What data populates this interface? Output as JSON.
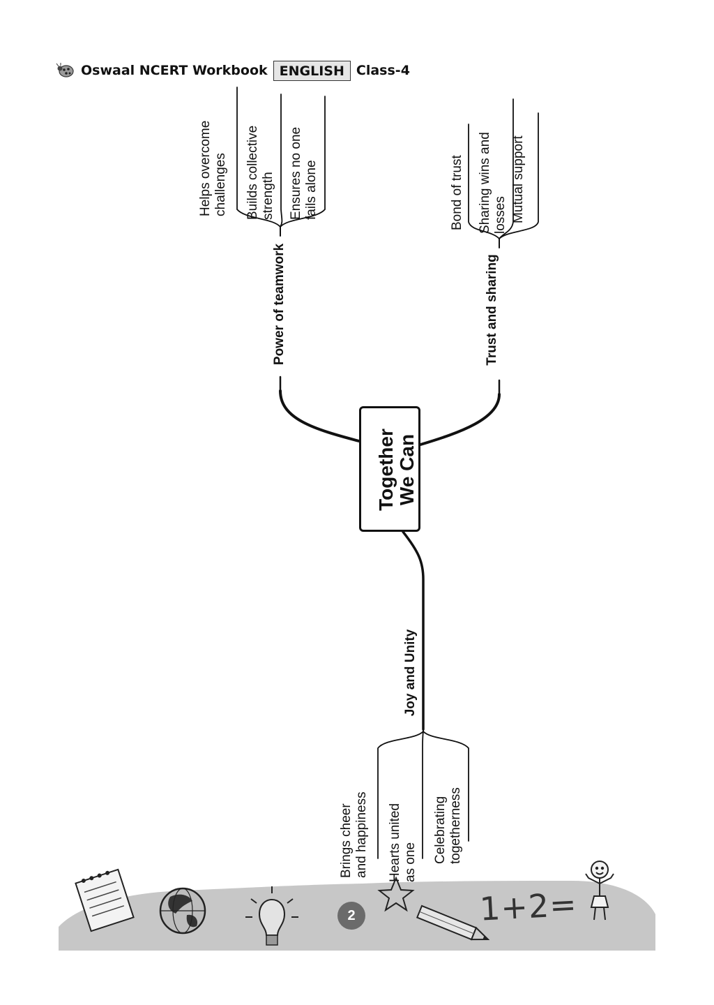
{
  "header": {
    "logo_icon": "ladybug-icon",
    "publisher": "Oswaal NCERT Workbook",
    "subject": "ENGLISH",
    "class_label": "Class-4"
  },
  "mind_map": {
    "center": "Together\nWe Can",
    "branches": [
      {
        "topic": "Power of teamwork",
        "points": [
          "Helps overcome\nchallenges",
          "Builds collective\nstrength",
          "Ensures no one\nfails alone"
        ]
      },
      {
        "topic": "Trust and sharing",
        "points": [
          "Bond of trust",
          "Sharing wins and\nlosses",
          "Mutual support"
        ]
      },
      {
        "topic": "Joy and Unity",
        "points": [
          "Brings cheer\nand happiness",
          "Hearts united\nas one",
          "Celebrating\ntogetherness"
        ]
      }
    ]
  },
  "footer": {
    "page_number": "2",
    "math_scribble": "1+2=",
    "decorations": [
      "notepad-icon",
      "globe-icon",
      "lightbulb-icon",
      "star-icon",
      "pencil-icon",
      "stick-figure-icon"
    ],
    "band_color": "#c7c7c7"
  }
}
